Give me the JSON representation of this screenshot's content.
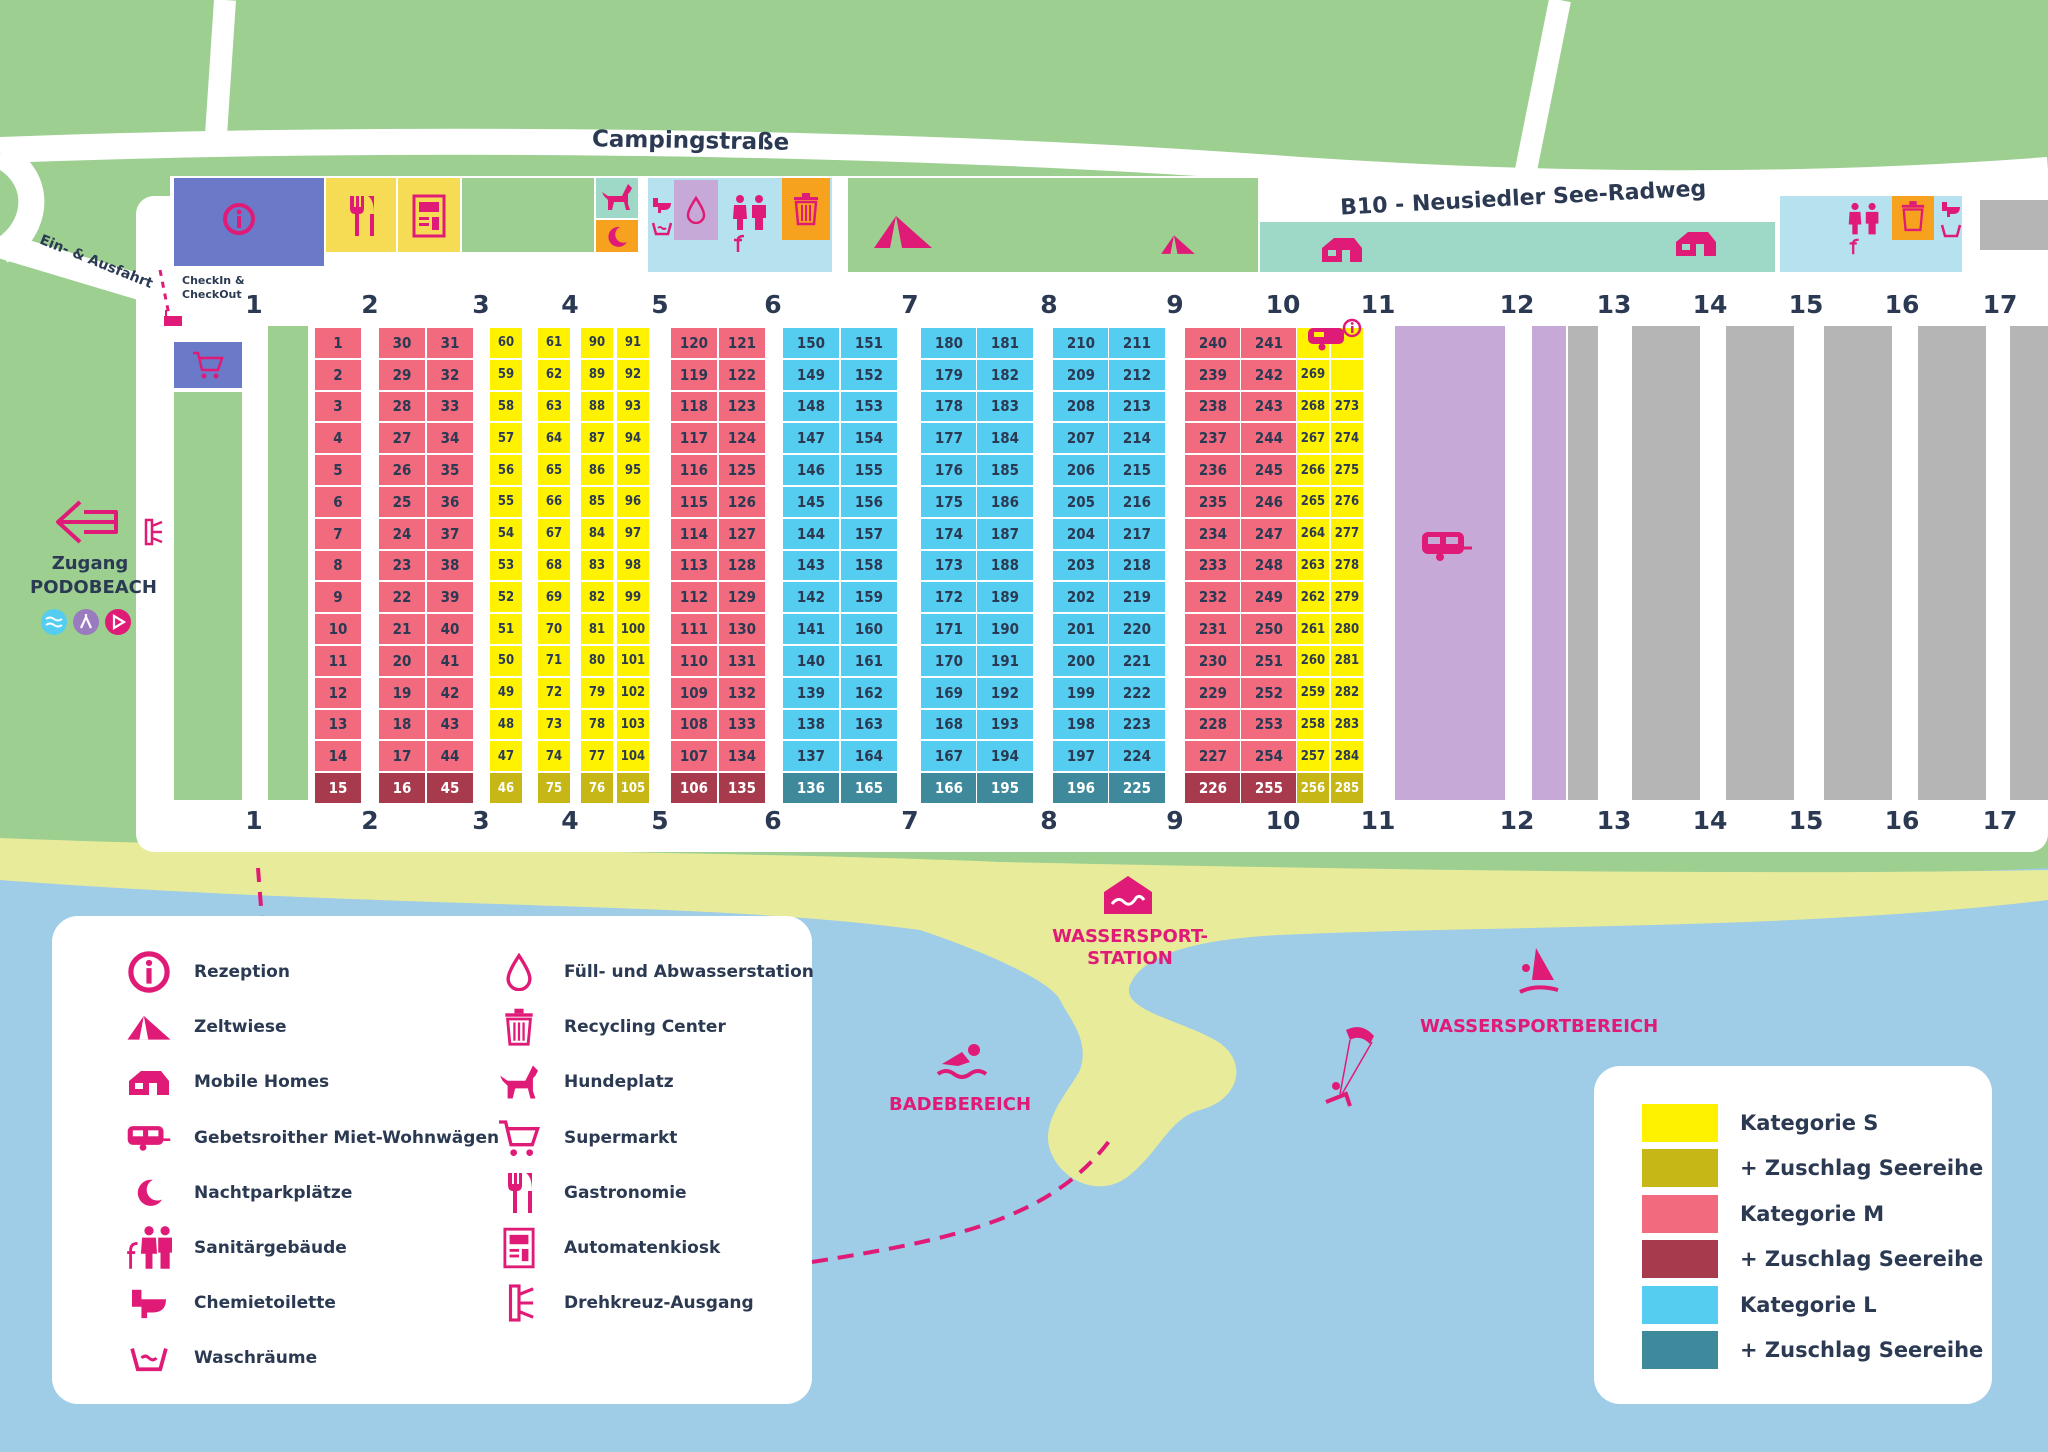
{
  "roads": {
    "camping_street": "Campingstraße",
    "cycle_path": "B10 - Neusiedler See-Radweg",
    "entrance": "Ein- & Ausfahrt",
    "checkin": "CheckIn &",
    "checkout": "CheckOut"
  },
  "access": {
    "line1": "Zugang",
    "line2": "PODOBEACH"
  },
  "lane_numbers": [
    "1",
    "2",
    "3",
    "4",
    "5",
    "6",
    "7",
    "8",
    "9",
    "10",
    "11",
    "12",
    "13",
    "14",
    "15",
    "16",
    "17"
  ],
  "plot_columns": [
    {
      "numbers": [
        1,
        2,
        3,
        4,
        5,
        6,
        7,
        8,
        9,
        10,
        11,
        12,
        13,
        14,
        15
      ],
      "category": "M"
    },
    {
      "numbers": [
        30,
        29,
        28,
        27,
        26,
        25,
        24,
        23,
        22,
        21,
        20,
        19,
        18,
        17,
        16
      ],
      "category": "M"
    },
    {
      "numbers": [
        31,
        32,
        33,
        34,
        35,
        36,
        37,
        38,
        39,
        40,
        41,
        42,
        43,
        44,
        45
      ],
      "category": "M"
    },
    {
      "numbers": [
        60,
        59,
        58,
        57,
        56,
        55,
        54,
        53,
        52,
        51,
        50,
        49,
        48,
        47,
        46
      ],
      "category": "S"
    },
    {
      "numbers": [
        61,
        62,
        63,
        64,
        65,
        66,
        67,
        68,
        69,
        70,
        71,
        72,
        73,
        74,
        75
      ],
      "category": "S"
    },
    {
      "numbers": [
        90,
        89,
        88,
        87,
        86,
        85,
        84,
        83,
        82,
        81,
        80,
        79,
        78,
        77,
        76
      ],
      "category": "S"
    },
    {
      "numbers": [
        91,
        92,
        93,
        94,
        95,
        96,
        97,
        98,
        99,
        100,
        101,
        102,
        103,
        104,
        105
      ],
      "category": "S"
    },
    {
      "numbers": [
        120,
        119,
        118,
        117,
        116,
        115,
        114,
        113,
        112,
        111,
        110,
        109,
        108,
        107,
        106
      ],
      "category": "M"
    },
    {
      "numbers": [
        121,
        122,
        123,
        124,
        125,
        126,
        127,
        128,
        129,
        130,
        131,
        132,
        133,
        134,
        135
      ],
      "category": "M"
    },
    {
      "numbers": [
        150,
        149,
        148,
        147,
        146,
        145,
        144,
        143,
        142,
        141,
        140,
        139,
        138,
        137,
        136
      ],
      "category": "L"
    },
    {
      "numbers": [
        151,
        152,
        153,
        154,
        155,
        156,
        157,
        158,
        159,
        160,
        161,
        162,
        163,
        164,
        165
      ],
      "category": "L"
    },
    {
      "numbers": [
        180,
        179,
        178,
        177,
        176,
        175,
        174,
        173,
        172,
        171,
        170,
        169,
        168,
        167,
        166
      ],
      "category": "L"
    },
    {
      "numbers": [
        181,
        182,
        183,
        184,
        185,
        186,
        187,
        188,
        189,
        190,
        191,
        192,
        193,
        194,
        195
      ],
      "category": "L"
    },
    {
      "numbers": [
        210,
        209,
        208,
        207,
        206,
        205,
        204,
        203,
        202,
        201,
        200,
        199,
        198,
        197,
        196
      ],
      "category": "L"
    },
    {
      "numbers": [
        211,
        212,
        213,
        214,
        215,
        216,
        217,
        218,
        219,
        220,
        221,
        222,
        223,
        224,
        225
      ],
      "category": "L"
    },
    {
      "numbers": [
        240,
        239,
        238,
        237,
        236,
        235,
        234,
        233,
        232,
        231,
        230,
        229,
        228,
        227,
        226
      ],
      "category": "M"
    },
    {
      "numbers": [
        241,
        242,
        243,
        244,
        245,
        246,
        247,
        248,
        249,
        250,
        251,
        252,
        253,
        254,
        255
      ],
      "category": "M"
    },
    {
      "numbers": [
        null,
        269,
        268,
        267,
        266,
        265,
        264,
        263,
        262,
        261,
        260,
        259,
        258,
        257,
        256
      ],
      "category": "S"
    },
    {
      "numbers": [
        null,
        null,
        273,
        274,
        275,
        276,
        277,
        278,
        279,
        280,
        281,
        282,
        283,
        284,
        285
      ],
      "category": "S"
    }
  ],
  "places": {
    "water_sport_station": "WASSERSPORT-\nSTATION",
    "bathing_area": "BADEBEREICH",
    "water_sport_area": "WASSERSPORTBEREICH"
  },
  "legend": {
    "left_items": [
      {
        "icon": "info-icon",
        "label": "Rezeption"
      },
      {
        "icon": "tent-icon",
        "label": "Zeltwiese"
      },
      {
        "icon": "mobile-home-icon",
        "label": "Mobile Homes"
      },
      {
        "icon": "caravan-icon",
        "label": "Gebetsroither Miet-Wohnwägen"
      },
      {
        "icon": "moon-icon",
        "label": "Nachtparkplätze"
      },
      {
        "icon": "sanitary-icon",
        "label": "Sanitärgebäude"
      },
      {
        "icon": "toilet-icon",
        "label": "Chemietoilette"
      },
      {
        "icon": "washbasin-icon",
        "label": "Waschräume"
      }
    ],
    "right_items": [
      {
        "icon": "water-drop-icon",
        "label": "Füll- und Abwasserstation"
      },
      {
        "icon": "trash-icon",
        "label": "Recycling Center"
      },
      {
        "icon": "dog-icon",
        "label": "Hundeplatz"
      },
      {
        "icon": "cart-icon",
        "label": "Supermarkt"
      },
      {
        "icon": "cutlery-icon",
        "label": "Gastronomie"
      },
      {
        "icon": "kiosk-icon",
        "label": "Automatenkiosk"
      },
      {
        "icon": "turnstile-icon",
        "label": "Drehkreuz-Ausgang"
      }
    ]
  },
  "categories": [
    {
      "label": "Kategorie S",
      "color": "#fef200"
    },
    {
      "label": "+ Zuschlag Seereihe",
      "color": "#c7b716"
    },
    {
      "label": "Kategorie M",
      "color": "#f26a7e"
    },
    {
      "label": "+ Zuschlag Seereihe",
      "color": "#a83a4e"
    },
    {
      "label": "Kategorie L",
      "color": "#54cdf1"
    },
    {
      "label": "+ Zuschlag Seereihe",
      "color": "#3e8a9c"
    }
  ],
  "colors": {
    "grass": "#9dcf91",
    "sand": "#e8ec9a",
    "water": "#9fcce6",
    "accent": "#e01b77",
    "road_text": "#2b3a52",
    "purple_area": "#c7a9d8",
    "grey_area": "#b5b5b5",
    "mobile_home_strip": "#9ed9c8",
    "blue_building": "#6a79c8",
    "orange": "#f6a21e",
    "pale_blue": "#b6e2f0"
  }
}
